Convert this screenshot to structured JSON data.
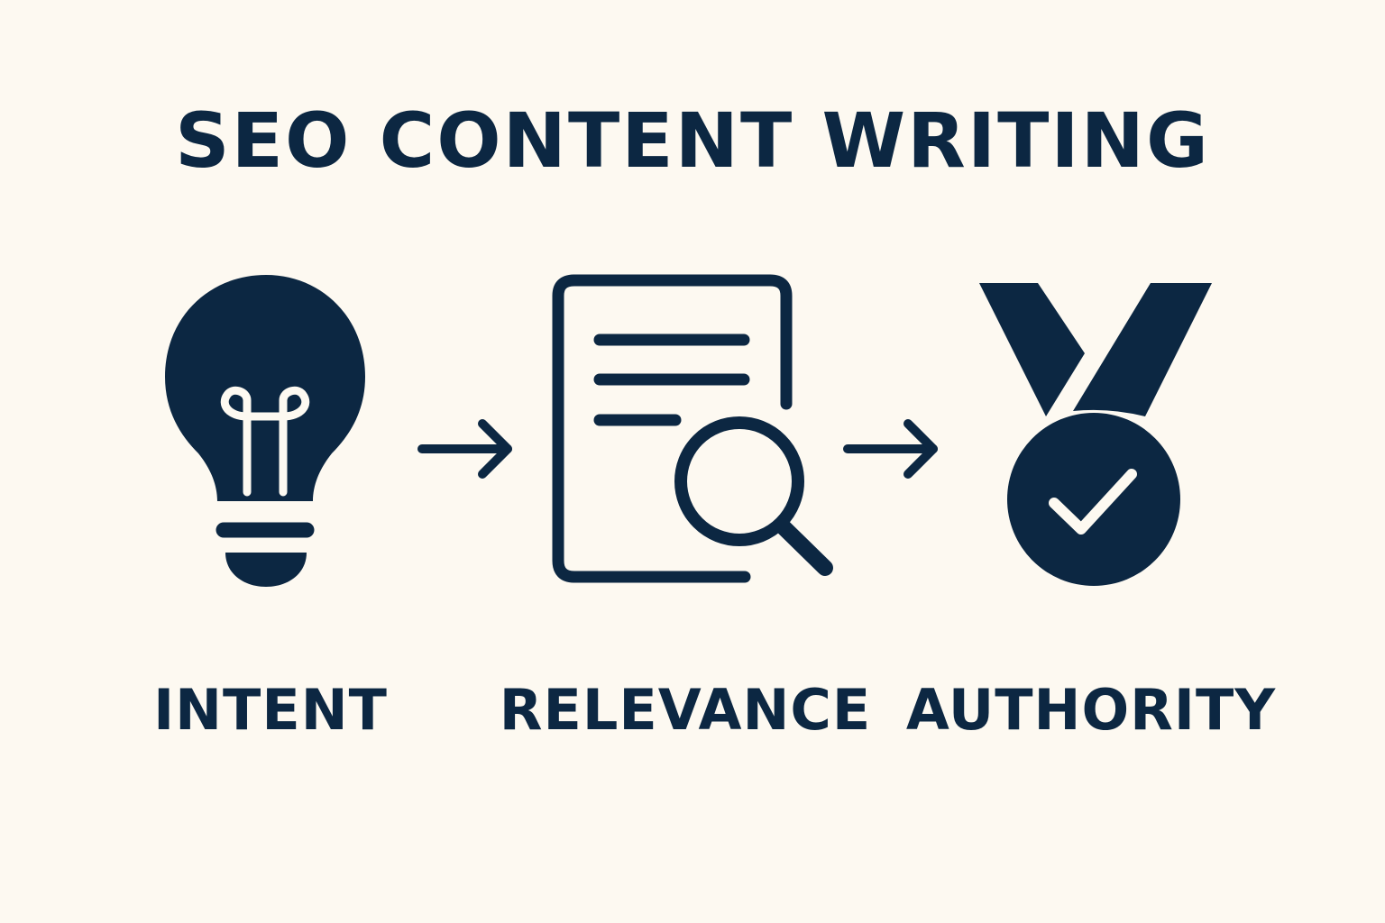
{
  "title": "SEO CONTENT WRITING",
  "colors": {
    "background": "#fdf9f1",
    "ink": "#0c2742"
  },
  "steps": [
    {
      "label": "INTENT",
      "icon": "lightbulb-icon"
    },
    {
      "label": "RELEVANCE",
      "icon": "document-search-icon"
    },
    {
      "label": "AUTHORITY",
      "icon": "medal-check-icon"
    }
  ],
  "connectors": [
    "arrow-right-icon",
    "arrow-right-icon"
  ]
}
